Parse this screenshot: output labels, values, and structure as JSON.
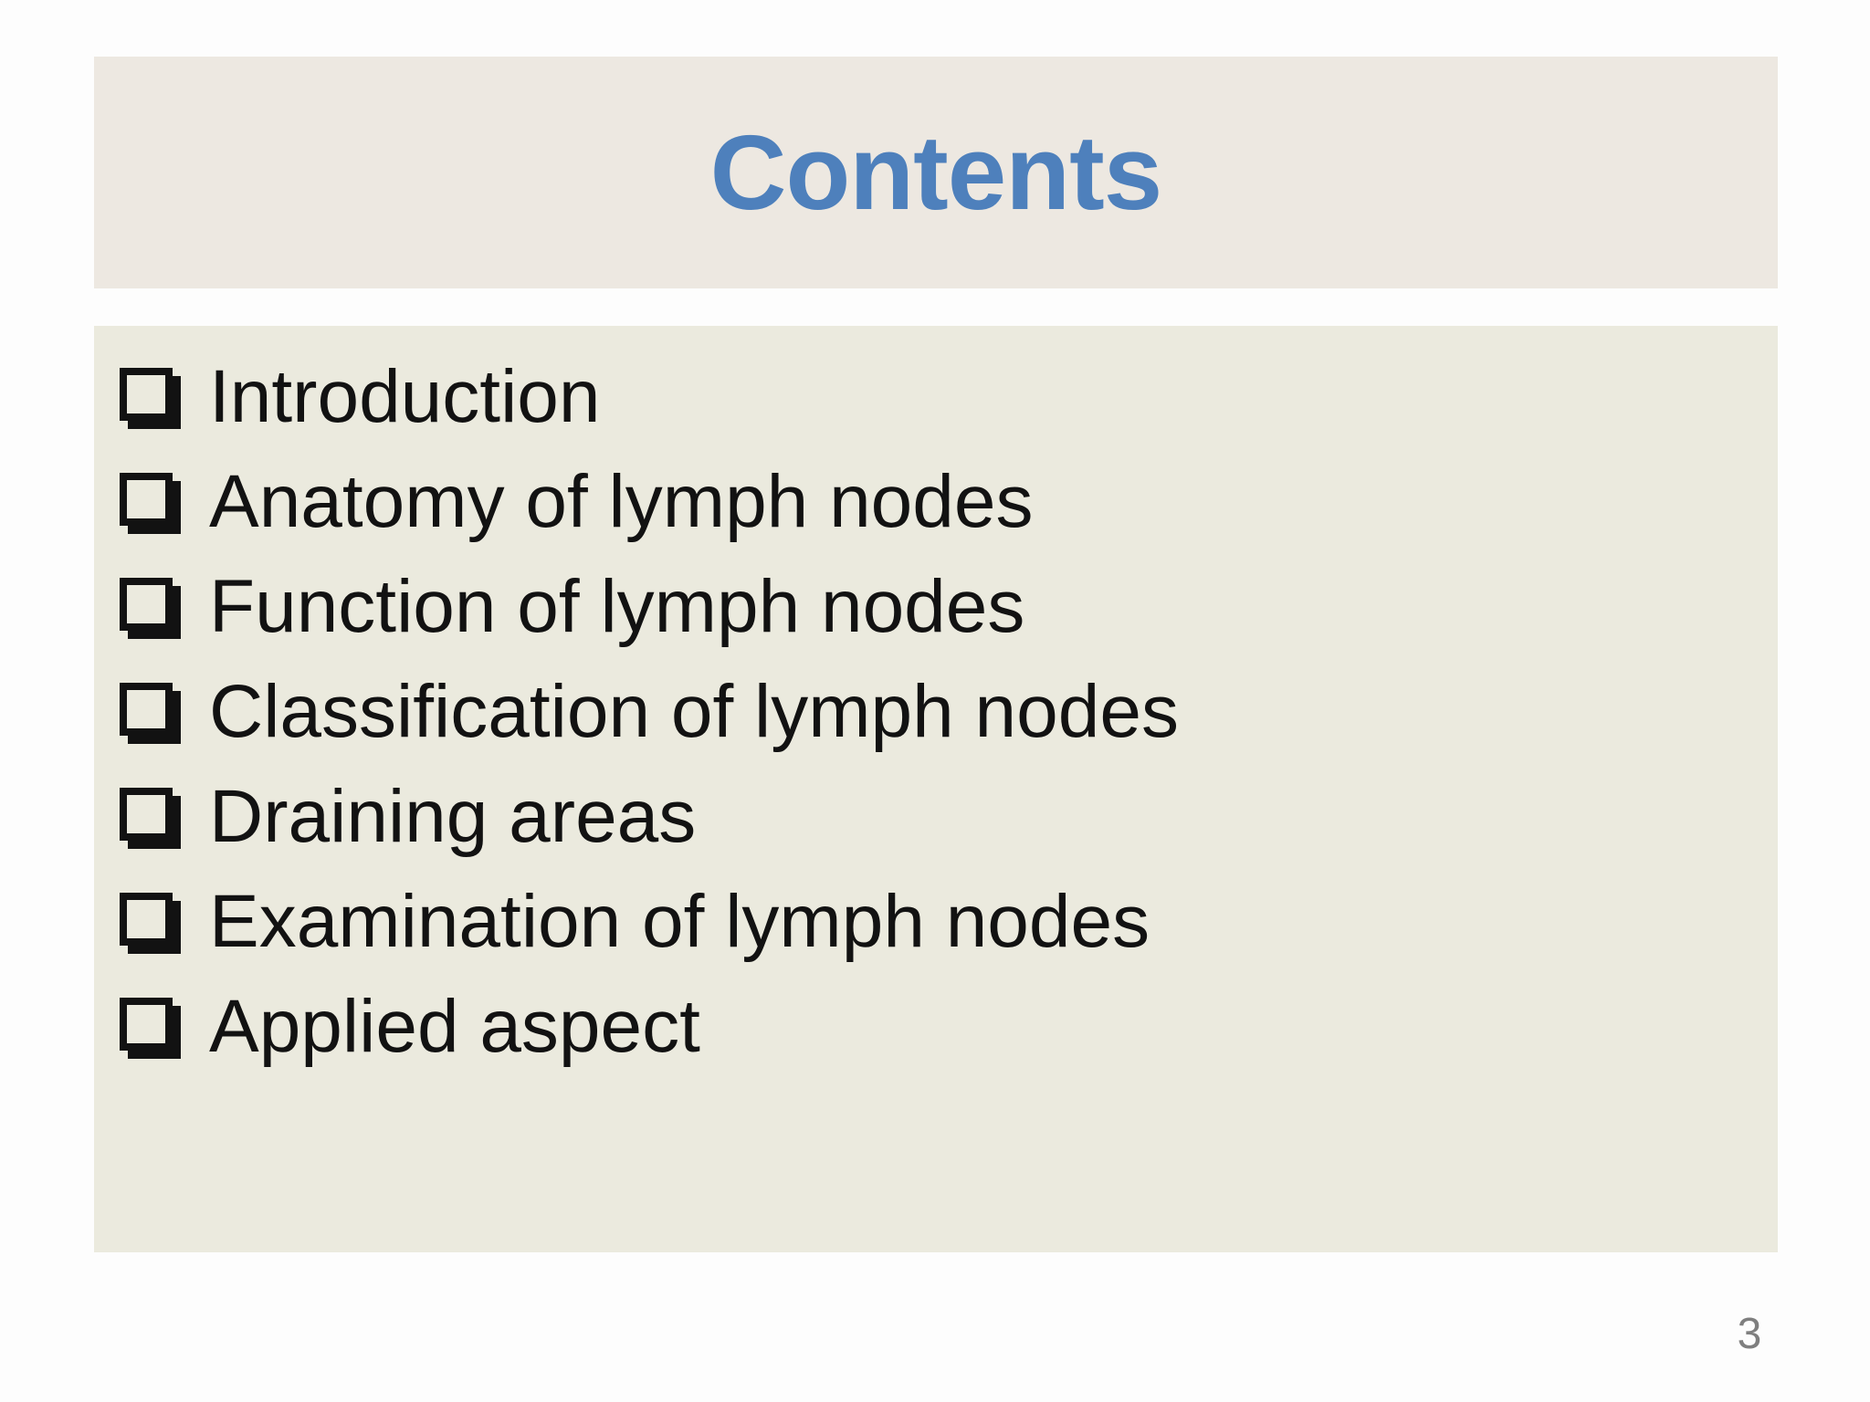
{
  "slide": {
    "title": "Contents",
    "page_number": "3",
    "items": [
      {
        "label": "Introduction"
      },
      {
        "label": "Anatomy of lymph nodes"
      },
      {
        "label": "Function of lymph nodes"
      },
      {
        "label": "Classification of lymph nodes"
      },
      {
        "label": "Draining areas"
      },
      {
        "label": "Examination of lymph nodes"
      },
      {
        "label": "Applied aspect"
      }
    ],
    "bullet_icon": "shadowed-checkbox",
    "colors": {
      "title_text": "#4E80BC",
      "title_band_bg": "#EDE8E1",
      "content_band_bg": "#EBEADE",
      "body_text": "#121212",
      "page_number_text": "#7F7F7F",
      "canvas_bg": "#FDFDFD"
    }
  }
}
